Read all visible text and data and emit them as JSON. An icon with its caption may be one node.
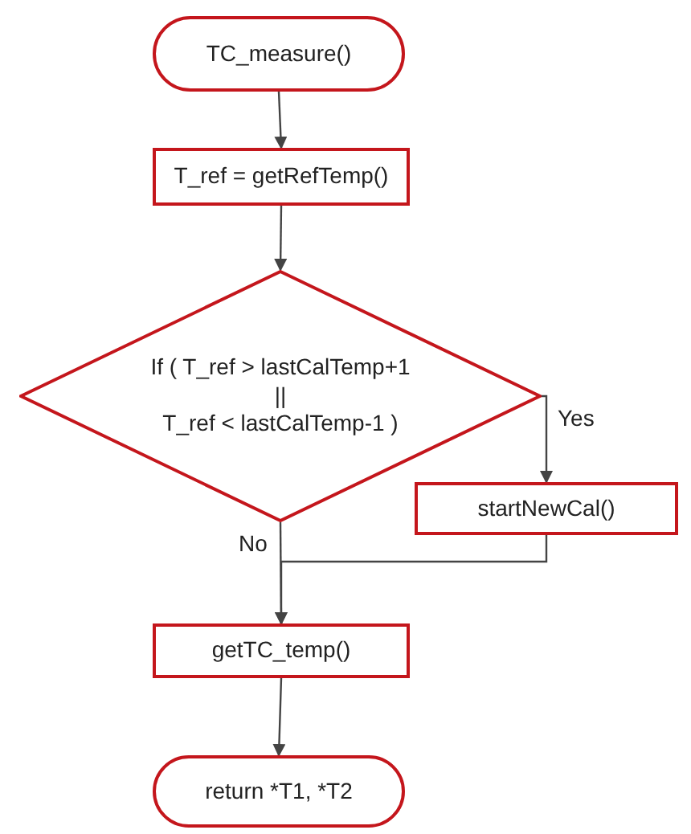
{
  "diagram": {
    "nodes": [
      {
        "text": [
          "TC_measure()"
        ]
      },
      {
        "text": [
          "T_ref = getRefTemp()"
        ]
      },
      {
        "text": [
          "If ( T_ref > lastCalTemp+1",
          "||",
          "T_ref < lastCalTemp-1 )"
        ]
      },
      {
        "text": [
          "startNewCal()"
        ]
      },
      {
        "text": [
          "getTC_temp()"
        ]
      },
      {
        "text": [
          "return *T1, *T2"
        ]
      }
    ],
    "edges": [
      {
        "from": 0,
        "to": 1,
        "arrow": "to"
      },
      {
        "from": 1,
        "to": 2,
        "arrow": "to"
      },
      {
        "from": 2,
        "to": 3,
        "arrow": "to",
        "label": "Yes"
      },
      {
        "from": 2,
        "to": 4,
        "arrow": "to",
        "label": "No"
      },
      {
        "from": 3,
        "to": 4,
        "arrow": "to"
      },
      {
        "from": 4,
        "to": 5,
        "arrow": "to"
      }
    ]
  }
}
